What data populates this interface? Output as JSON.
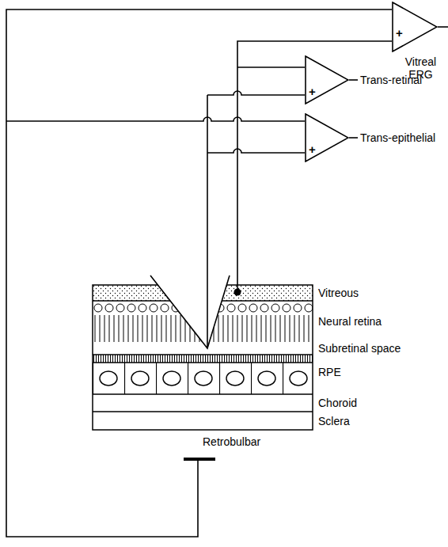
{
  "diagram": {
    "nodes": [
      {
        "text": [
          "+"
        ]
      },
      {
        "text": [
          "+"
        ]
      },
      {
        "text": [
          "+"
        ]
      }
    ],
    "labels": [
      "Vitreal ERG",
      "Trans-retinal",
      "Trans-epithelial",
      "Vitreous",
      "Neural retina",
      "Subretinal space",
      "RPE",
      "Choroid",
      "Sclera",
      "Retrobulbar"
    ]
  }
}
